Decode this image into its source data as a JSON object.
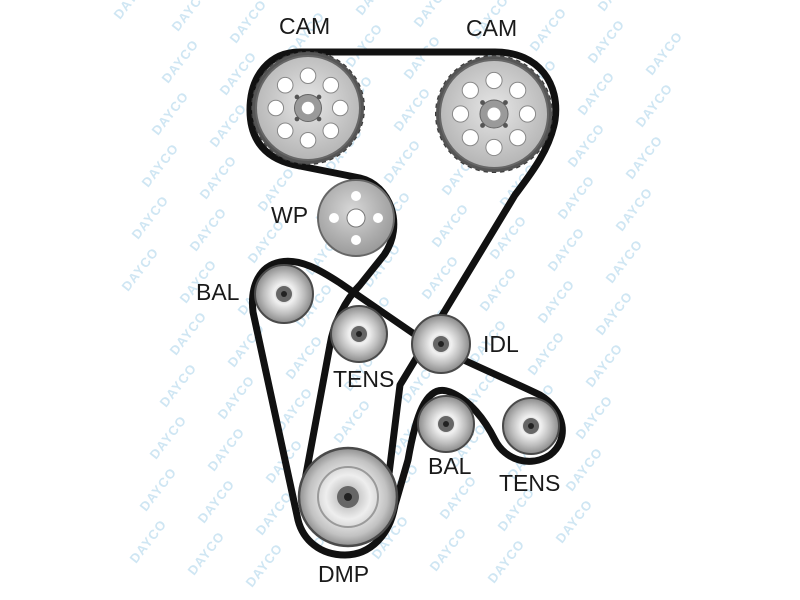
{
  "labels": {
    "cam_left": "CAM",
    "cam_right": "CAM",
    "wp": "WP",
    "bal_upper": "BAL",
    "tens_center": "TENS",
    "idl": "IDL",
    "bal_lower": "BAL",
    "tens_right": "TENS",
    "dmp": "DMP"
  },
  "watermark": "DAYCO",
  "colors": {
    "belt": "#111111",
    "pulley_face": "#d3d3d3",
    "pulley_edge": "#4a4a4a",
    "watermark": "#cfe6f3",
    "text": "#1a1a1a"
  }
}
